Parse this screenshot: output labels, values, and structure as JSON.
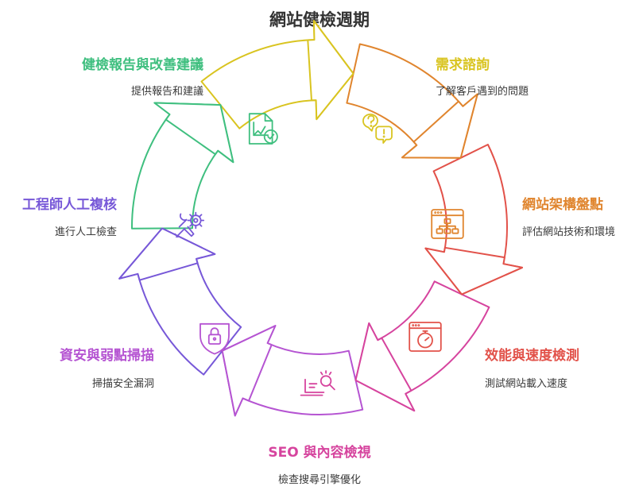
{
  "title": "網站健檢週期",
  "stages": [
    {
      "title": "需求諮詢",
      "desc": "了解客戶遇到的問題",
      "color": "#D9C420",
      "icon": "question-chat-icon"
    },
    {
      "title": "網站架構盤點",
      "desc": "評估網站技術和環境",
      "color": "#E0852E",
      "icon": "sitemap-window-icon"
    },
    {
      "title": "效能與速度檢測",
      "desc": "測試網站載入速度",
      "color": "#E2524A",
      "icon": "stopwatch-window-icon"
    },
    {
      "title": "SEO 與內容檢視",
      "desc": "檢查搜尋引擎優化",
      "color": "#D6449E",
      "icon": "laptop-search-icon"
    },
    {
      "title": "資安與弱點掃描",
      "desc": "掃描安全漏洞",
      "color": "#B554D2",
      "icon": "lock-shield-icon"
    },
    {
      "title": "工程師人工複核",
      "desc": "進行人工檢查",
      "color": "#7758D8",
      "icon": "tools-gear-icon"
    },
    {
      "title": "健檢報告與改善建議",
      "desc": "提供報告和建議",
      "color": "#3FBF7F",
      "icon": "report-check-icon"
    }
  ]
}
